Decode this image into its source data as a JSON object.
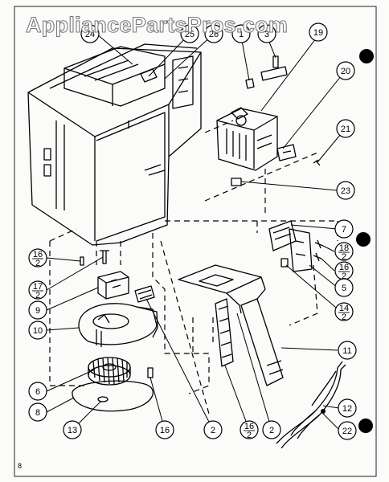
{
  "watermark": "AppliancePartsPros.com",
  "page_number": "8",
  "callouts": [
    {
      "id": "c24",
      "text": "24"
    },
    {
      "id": "c25",
      "text": "25"
    },
    {
      "id": "c26",
      "text": "26"
    },
    {
      "id": "c1",
      "text": "1"
    },
    {
      "id": "c3",
      "text": "3"
    },
    {
      "id": "c19",
      "text": "19"
    },
    {
      "id": "c20",
      "text": "20"
    },
    {
      "id": "c21",
      "text": "21"
    },
    {
      "id": "c23",
      "text": "23"
    },
    {
      "id": "c7",
      "text": "7"
    },
    {
      "id": "c18",
      "text": "18",
      "sub": "2"
    },
    {
      "id": "c16r",
      "text": "16",
      "sub": "2"
    },
    {
      "id": "c5",
      "text": "5"
    },
    {
      "id": "c14",
      "text": "14",
      "sub": "2"
    },
    {
      "id": "c11",
      "text": "11"
    },
    {
      "id": "c12",
      "text": "12"
    },
    {
      "id": "c22",
      "text": "22"
    },
    {
      "id": "c16l",
      "text": "16",
      "sub": "2"
    },
    {
      "id": "c17",
      "text": "17",
      "sub": "2"
    },
    {
      "id": "c9",
      "text": "9"
    },
    {
      "id": "c10",
      "text": "10"
    },
    {
      "id": "c6",
      "text": "6"
    },
    {
      "id": "c8",
      "text": "8"
    },
    {
      "id": "c13",
      "text": "13"
    },
    {
      "id": "c16b",
      "text": "16"
    },
    {
      "id": "c2a",
      "text": "2"
    },
    {
      "id": "c16c",
      "text": "16",
      "sub": "2"
    },
    {
      "id": "c2b",
      "text": "2"
    }
  ]
}
